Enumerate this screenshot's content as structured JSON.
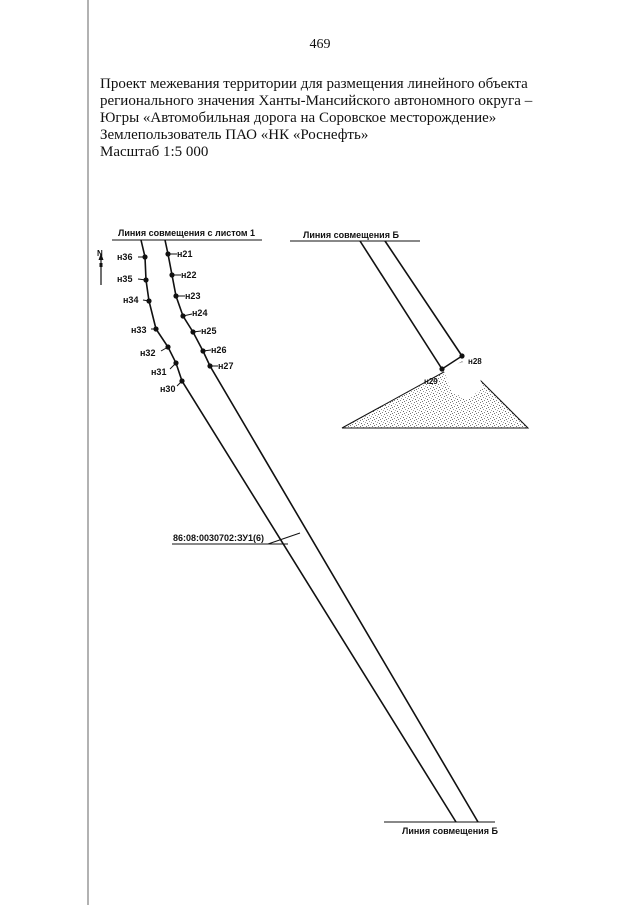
{
  "page_number": "469",
  "header": {
    "lines": [
      "Проект межевания территории для размещения линейного объекта",
      "регионального значения Ханты-Мансийского автономного округа –",
      "Югры «Автомобильная дорога на Соровское месторождение»",
      "Землепользователь ПАО «НК «Роснефть»",
      "Масштаб 1:5 000"
    ]
  },
  "map": {
    "north_label": "N",
    "join_lines": {
      "sheet_1": "Линия совмещения с листом 1",
      "b_top": "Линия совмещения Б",
      "b_bottom": "Линия совмещения Б"
    },
    "parcel_label": "86:08:0030702:ЗУ1(6)",
    "left_points": [
      "н36",
      "н35",
      "н34",
      "н33",
      "н32",
      "н31",
      "н30"
    ],
    "right_points": [
      "н21",
      "н22",
      "н23",
      "н24",
      "н25",
      "н26",
      "н27"
    ],
    "inset_points": [
      "н28",
      "н29"
    ],
    "colors": {
      "line": "#111111",
      "hatch": "#8a8a8a"
    }
  }
}
